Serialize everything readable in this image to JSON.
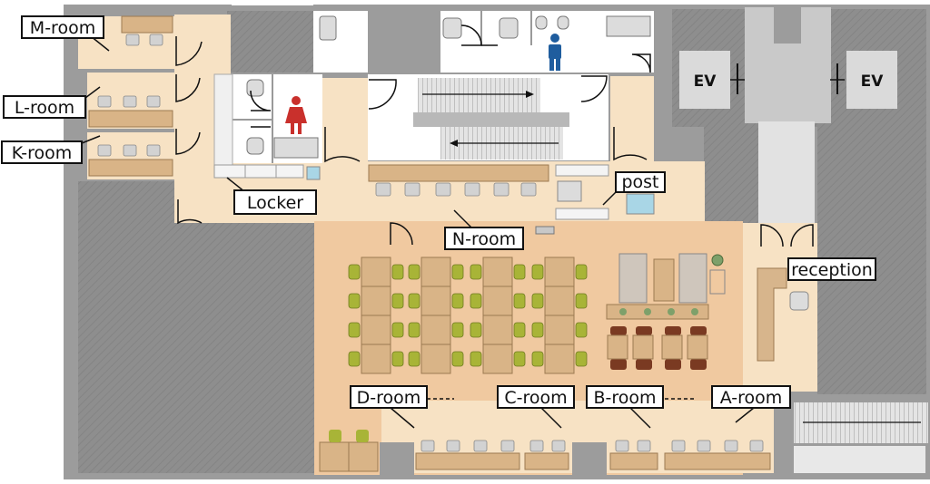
{
  "map": {
    "rooms": {
      "m_room": "M-room",
      "l_room": "L-room",
      "k_room": "K-room",
      "locker": "Locker",
      "n_room": "N-room",
      "post": "post",
      "reception": "reception",
      "d_room": "D-room",
      "c_room": "C-room",
      "b_room": "B-room",
      "a_room": "A-room"
    },
    "elevators": [
      "EV",
      "EV"
    ],
    "colors": {
      "outer_wall": "#9b9b9b",
      "hatched_area": "#8d8d8d",
      "corridor": "#f7e2c4",
      "open_office": "#f0c9a0",
      "desk_wood": "#d9b487",
      "chair_green": "#a8b437",
      "chair_brown": "#7a3a22",
      "grey_chair": "#cfcfcf",
      "male_icon": "#1f5d9e",
      "female_icon": "#c9302c"
    },
    "icons": [
      "male-restroom-icon",
      "female-restroom-icon",
      "staircase-arrow-icon"
    ]
  }
}
